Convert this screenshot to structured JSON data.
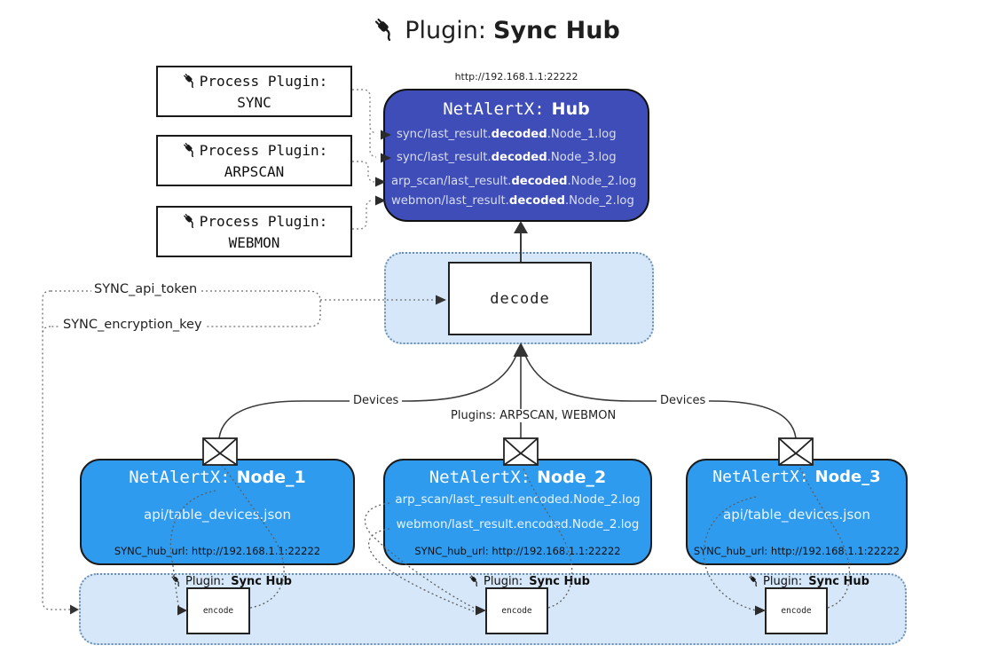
{
  "title": {
    "icon": "plug-icon",
    "prefix": "Plugin:",
    "name": "Sync Hub"
  },
  "hub": {
    "url": "http://192.168.1.1:22222",
    "title_prefix": "NetAlertX:",
    "title_name": "Hub",
    "log_lines": [
      {
        "pre": "sync/last_result.",
        "bold": "decoded",
        "post": ".Node_1.log"
      },
      {
        "pre": "sync/last_result.",
        "bold": "decoded",
        "post": ".Node_3.log"
      },
      {
        "pre": "arp_scan/last_result.",
        "bold": "decoded",
        "post": ".Node_2.log"
      },
      {
        "pre": "webmon/last_result.",
        "bold": "decoded",
        "post": ".Node_2.log"
      }
    ]
  },
  "process_plugins": [
    {
      "label": "Process Plugin:",
      "name": "SYNC"
    },
    {
      "label": "Process Plugin:",
      "name": "ARPSCAN"
    },
    {
      "label": "Process Plugin:",
      "name": "WEBMON"
    }
  ],
  "decode": {
    "label": "decode"
  },
  "secrets": {
    "api_token": "SYNC_api_token",
    "encryption_key": "SYNC_encryption_key"
  },
  "edge_labels": {
    "devices_left": "Devices",
    "plugins_middle": "Plugins: ARPSCAN, WEBMON",
    "devices_right": "Devices"
  },
  "nodes": [
    {
      "title_prefix": "NetAlertX:",
      "title_name": "Node_1",
      "files": [
        "api/table_devices.json"
      ],
      "hub_url_label": "SYNC_hub_url: http://192.168.1.1:22222"
    },
    {
      "title_prefix": "NetAlertX:",
      "title_name": "Node_2",
      "files": [
        "arp_scan/last_result.encoded.Node_2.log",
        "webmon/last_result.encoded.Node_2.log"
      ],
      "hub_url_label": "SYNC_hub_url: http://192.168.1.1:22222"
    },
    {
      "title_prefix": "NetAlertX:",
      "title_name": "Node_3",
      "files": [
        "api/table_devices.json"
      ],
      "hub_url_label": "SYNC_hub_url: http://192.168.1.1:22222"
    }
  ],
  "band": {
    "plugin_label_prefix": "Plugin:",
    "plugin_label_name": "Sync Hub",
    "encode_label": "encode"
  },
  "colors": {
    "hub_fill": "#3f4db8",
    "node_fill": "#2f9bef",
    "panel_fill": "#d5e7f9",
    "panel_border": "#6a8fb0",
    "box_border": "#1a1a1a",
    "dotted_connector": "#8c8c8c",
    "solid_connector": "#3a3a3a",
    "hub_line_text": "#d9def2",
    "node_file_text": "#e9f5ff"
  }
}
